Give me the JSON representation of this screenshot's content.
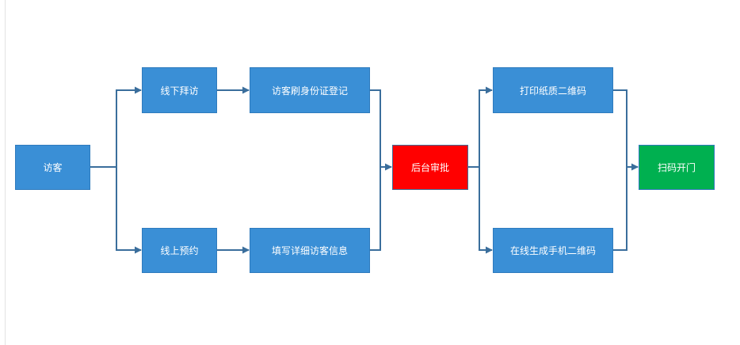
{
  "diagram": {
    "colors": {
      "node": "#3a8fd6",
      "approval": "#ff0000",
      "door": "#00b050",
      "connector": "#3a6e9c"
    },
    "nodes": {
      "visitor": "访客",
      "offline_visit": "线下拜访",
      "id_card_register": "访客刷身份证登记",
      "online_booking": "线上预约",
      "fill_visitor_info": "填写详细访客信息",
      "backend_approval": "后台审批",
      "print_qr": "打印纸质二维码",
      "mobile_qr": "在线生成手机二维码",
      "scan_open_door": "扫码开门"
    }
  }
}
